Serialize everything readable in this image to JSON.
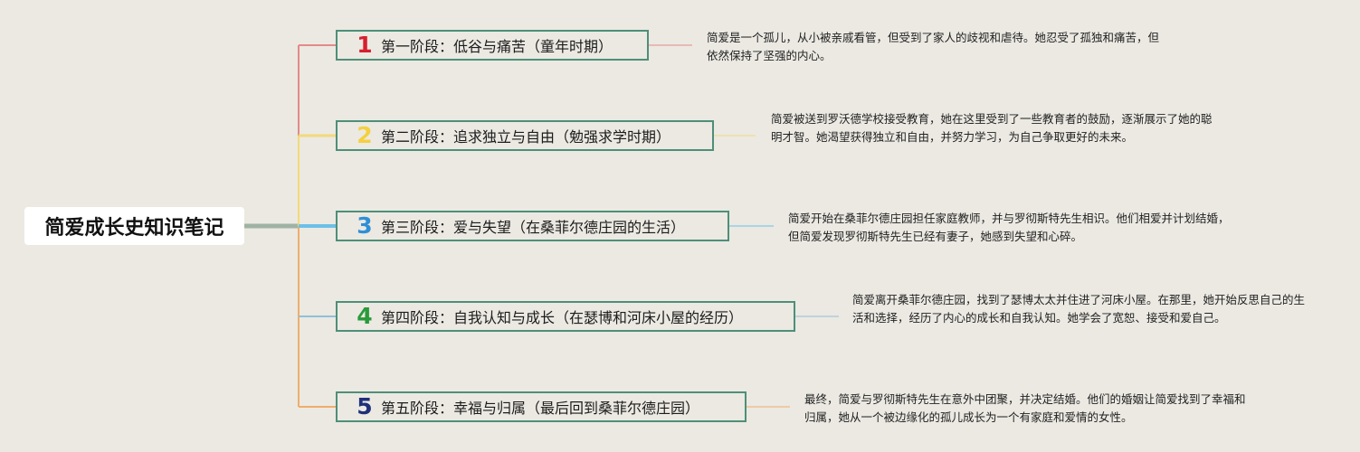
{
  "root": {
    "title": "简爱成长史知识笔记"
  },
  "colors": {
    "background": "#ebe9e2",
    "node_border": "#4e8f79",
    "root_bg": "#ffffff"
  },
  "stages": [
    {
      "number": "1",
      "number_color": "#d6202f",
      "branch_color": "#e48a88",
      "label": "第一阶段：低谷与痛苦（童年时期）",
      "description": "简爱是一个孤儿，从小被亲戚看管，但受到了家人的歧视和虐待。她忍受了孤独和痛苦，但依然保持了坚强的内心。"
    },
    {
      "number": "2",
      "number_color": "#f4d03f",
      "branch_color": "#f3d97a",
      "label": "第二阶段：追求独立与自由（勉强求学时期）",
      "description": "简爱被送到罗沃德学校接受教育，她在这里受到了一些教育者的鼓励，逐渐展示了她的聪明才智。她渴望获得独立和自由，并努力学习，为自己争取更好的未来。"
    },
    {
      "number": "3",
      "number_color": "#2f8fd6",
      "branch_color": "#6cc0e8",
      "label": "第三阶段：爱与失望（在桑菲尔德庄园的生活）",
      "description": "简爱开始在桑菲尔德庄园担任家庭教师，并与罗彻斯特先生相识。他们相爱并计划结婚，但简爱发现罗彻斯特先生已经有妻子，她感到失望和心碎。"
    },
    {
      "number": "4",
      "number_color": "#2a9a3a",
      "branch_color": "#8fc0dc",
      "label": "第四阶段：自我认知与成长（在瑟博和河床小屋的经历）",
      "description": "简爱离开桑菲尔德庄园，找到了瑟博太太并住进了河床小屋。在那里，她开始反思自己的生活和选择，经历了内心的成长和自我认知。她学会了宽恕、接受和爱自己。"
    },
    {
      "number": "5",
      "number_color": "#1f2f7a",
      "branch_color": "#f0ad6a",
      "label": "第五阶段：幸福与归属（最后回到桑菲尔德庄园）",
      "description": "最终，简爱与罗彻斯特先生在意外中团聚，并决定结婚。他们的婚姻让简爱找到了幸福和归属，她从一个被边缘化的孤儿成长为一个有家庭和爱情的女性。"
    }
  ]
}
